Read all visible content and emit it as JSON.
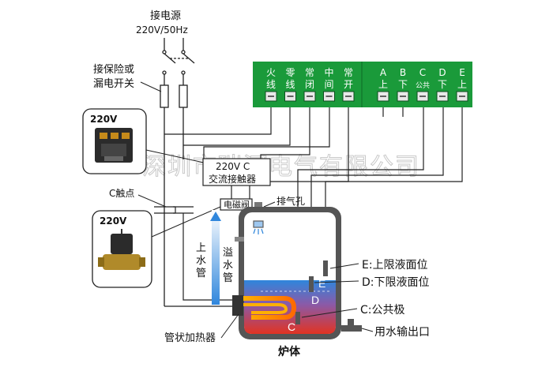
{
  "power_label": "接电源",
  "power_spec": "220V/50Hz",
  "breaker_label": [
    "接保险或",
    "漏电开关"
  ],
  "contactor_label": "220V",
  "contactor_box": [
    "220V C",
    "交流接触器"
  ],
  "c_contact_label": "C触点",
  "valve_voltage": "220V",
  "solenoid_label": "电磁阀",
  "vent_label": "排气孔",
  "inlet_label": [
    "上",
    "水",
    "管"
  ],
  "overflow_label": [
    "溢",
    "水",
    "管"
  ],
  "heater_label": "管状加热器",
  "outlet_label": "用水输出口",
  "body_label": "炉体",
  "watermark": "深圳市瑞河电气有限公司",
  "electrode_callouts": [
    "E:上限液面位",
    "D:下限液面位",
    "C:公共极"
  ],
  "electrode_letters": [
    "E",
    "D",
    "C"
  ],
  "terminals_left": [
    {
      "top": "火",
      "bottom": "线"
    },
    {
      "top": "零",
      "bottom": "线"
    },
    {
      "top": "常",
      "bottom": "闭"
    },
    {
      "top": "中",
      "bottom": "间"
    },
    {
      "top": "常",
      "bottom": "开"
    }
  ],
  "terminals_right": [
    {
      "top": "A",
      "bottom": "上"
    },
    {
      "top": "B",
      "bottom": "下"
    },
    {
      "top": "C",
      "bottom": "公共"
    },
    {
      "top": "D",
      "bottom": "下"
    },
    {
      "top": "E",
      "bottom": "上"
    }
  ],
  "colors": {
    "terminal_green": "#1a9a3a",
    "water_top": "#2a7fd6",
    "water_bottom": "#e03020",
    "tank_frame": "#555555",
    "inlet_blue": "#3a8ee6"
  }
}
